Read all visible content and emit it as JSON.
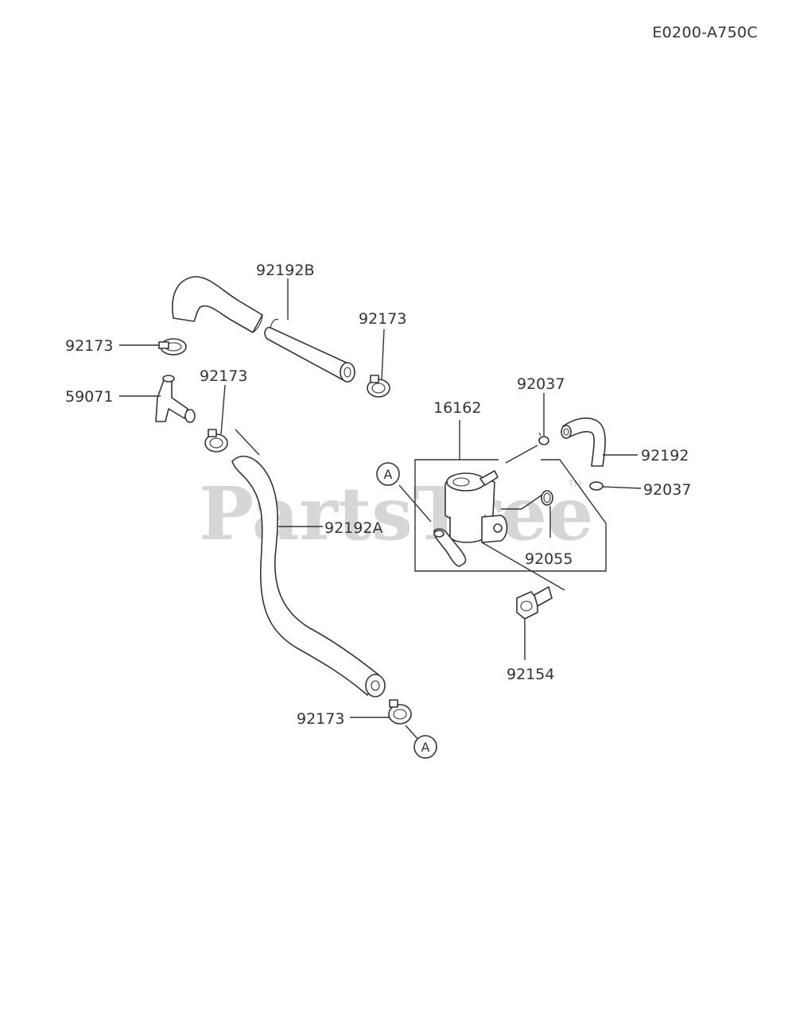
{
  "diagram_code": "E0200-A750C",
  "watermark": {
    "text": "PartsTree",
    "tm": "TM"
  },
  "callout_letter": "A",
  "parts": {
    "hose_92192B": "92192B",
    "clamp_top_left": "92173",
    "clamp_top_right": "92173",
    "clamp_mid_left": "92173",
    "clamp_bottom": "92173",
    "joint_59071": "59071",
    "hose_92192A": "92192A",
    "regulator_16162": "16162",
    "clip_92037_top": "92037",
    "clip_92037_side": "92037",
    "hose_92192": "92192",
    "oring_92055": "92055",
    "bolt_92154": "92154"
  }
}
